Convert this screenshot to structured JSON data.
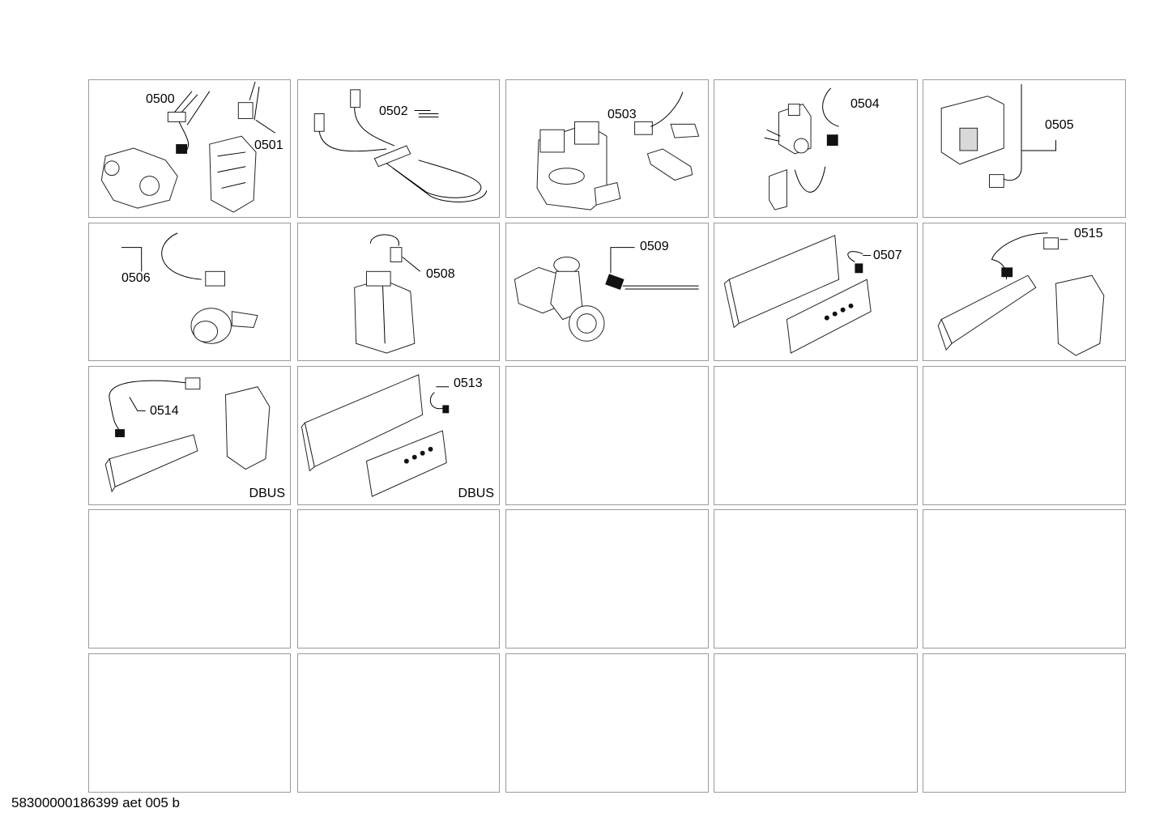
{
  "cells": [
    {
      "labels": [
        "0500",
        "0501"
      ],
      "tag": ""
    },
    {
      "labels": [
        "0502"
      ],
      "tag": ""
    },
    {
      "labels": [
        "0503"
      ],
      "tag": ""
    },
    {
      "labels": [
        "0504"
      ],
      "tag": ""
    },
    {
      "labels": [
        "0505"
      ],
      "tag": ""
    },
    {
      "labels": [
        "0506"
      ],
      "tag": ""
    },
    {
      "labels": [
        "0508"
      ],
      "tag": ""
    },
    {
      "labels": [
        "0509"
      ],
      "tag": ""
    },
    {
      "labels": [
        "0507"
      ],
      "tag": ""
    },
    {
      "labels": [
        "0515"
      ],
      "tag": ""
    },
    {
      "labels": [
        "0514"
      ],
      "tag": "DBUS"
    },
    {
      "labels": [
        "0513"
      ],
      "tag": "DBUS"
    }
  ],
  "footer": "58300000186399 aet 005 b"
}
